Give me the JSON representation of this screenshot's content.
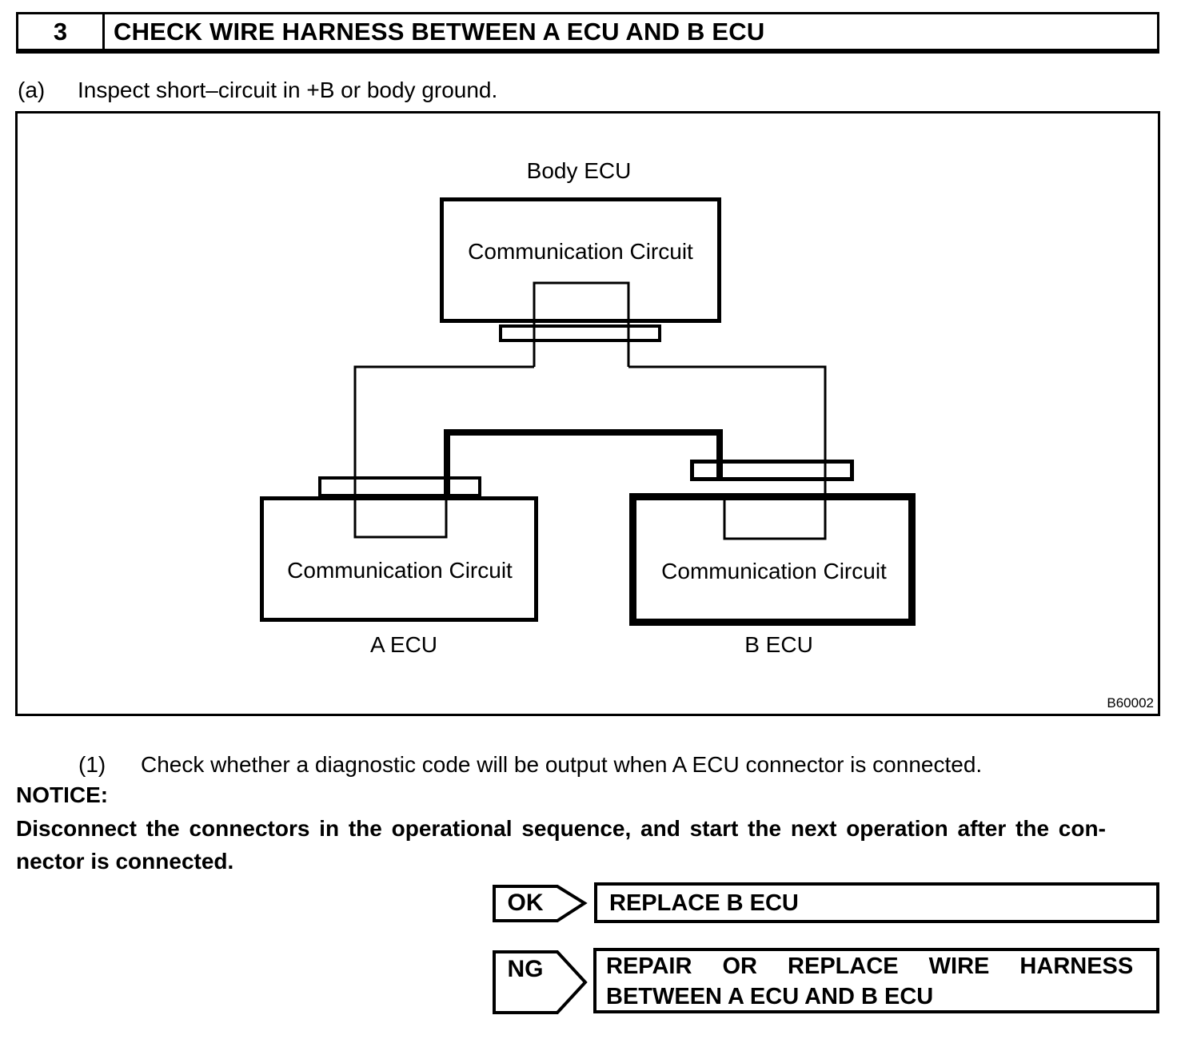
{
  "ink_color": "#000000",
  "paper_color": "#ffffff",
  "header": {
    "step_number": "3",
    "title": "CHECK WIRE HARNESS BETWEEN A ECU AND B ECU"
  },
  "step_a": {
    "label": "(a)",
    "text": "Inspect short–circuit in +B or body ground."
  },
  "diagram": {
    "figure_code": "B60002",
    "body_ecu": {
      "name": "Body ECU",
      "internal_block": "Communication Circuit"
    },
    "a_ecu": {
      "name": "A ECU",
      "internal_block": "Communication Circuit"
    },
    "b_ecu": {
      "name": "B ECU",
      "internal_block": "Communication Circuit"
    }
  },
  "step_1": {
    "label": "(1)",
    "text": "Check whether a diagnostic code will be output when A ECU connector is connected."
  },
  "notice": {
    "heading": "NOTICE:",
    "line1": "Disconnect the connectors in the operational sequence, and start the next operation after the con-",
    "line2": "nector is connected."
  },
  "results": [
    {
      "verdict": "OK",
      "line1": "REPLACE B ECU"
    },
    {
      "verdict": "NG",
      "line1": "REPAIR OR REPLACE WIRE HARNESS",
      "line2": "BETWEEN A ECU AND B ECU"
    }
  ]
}
